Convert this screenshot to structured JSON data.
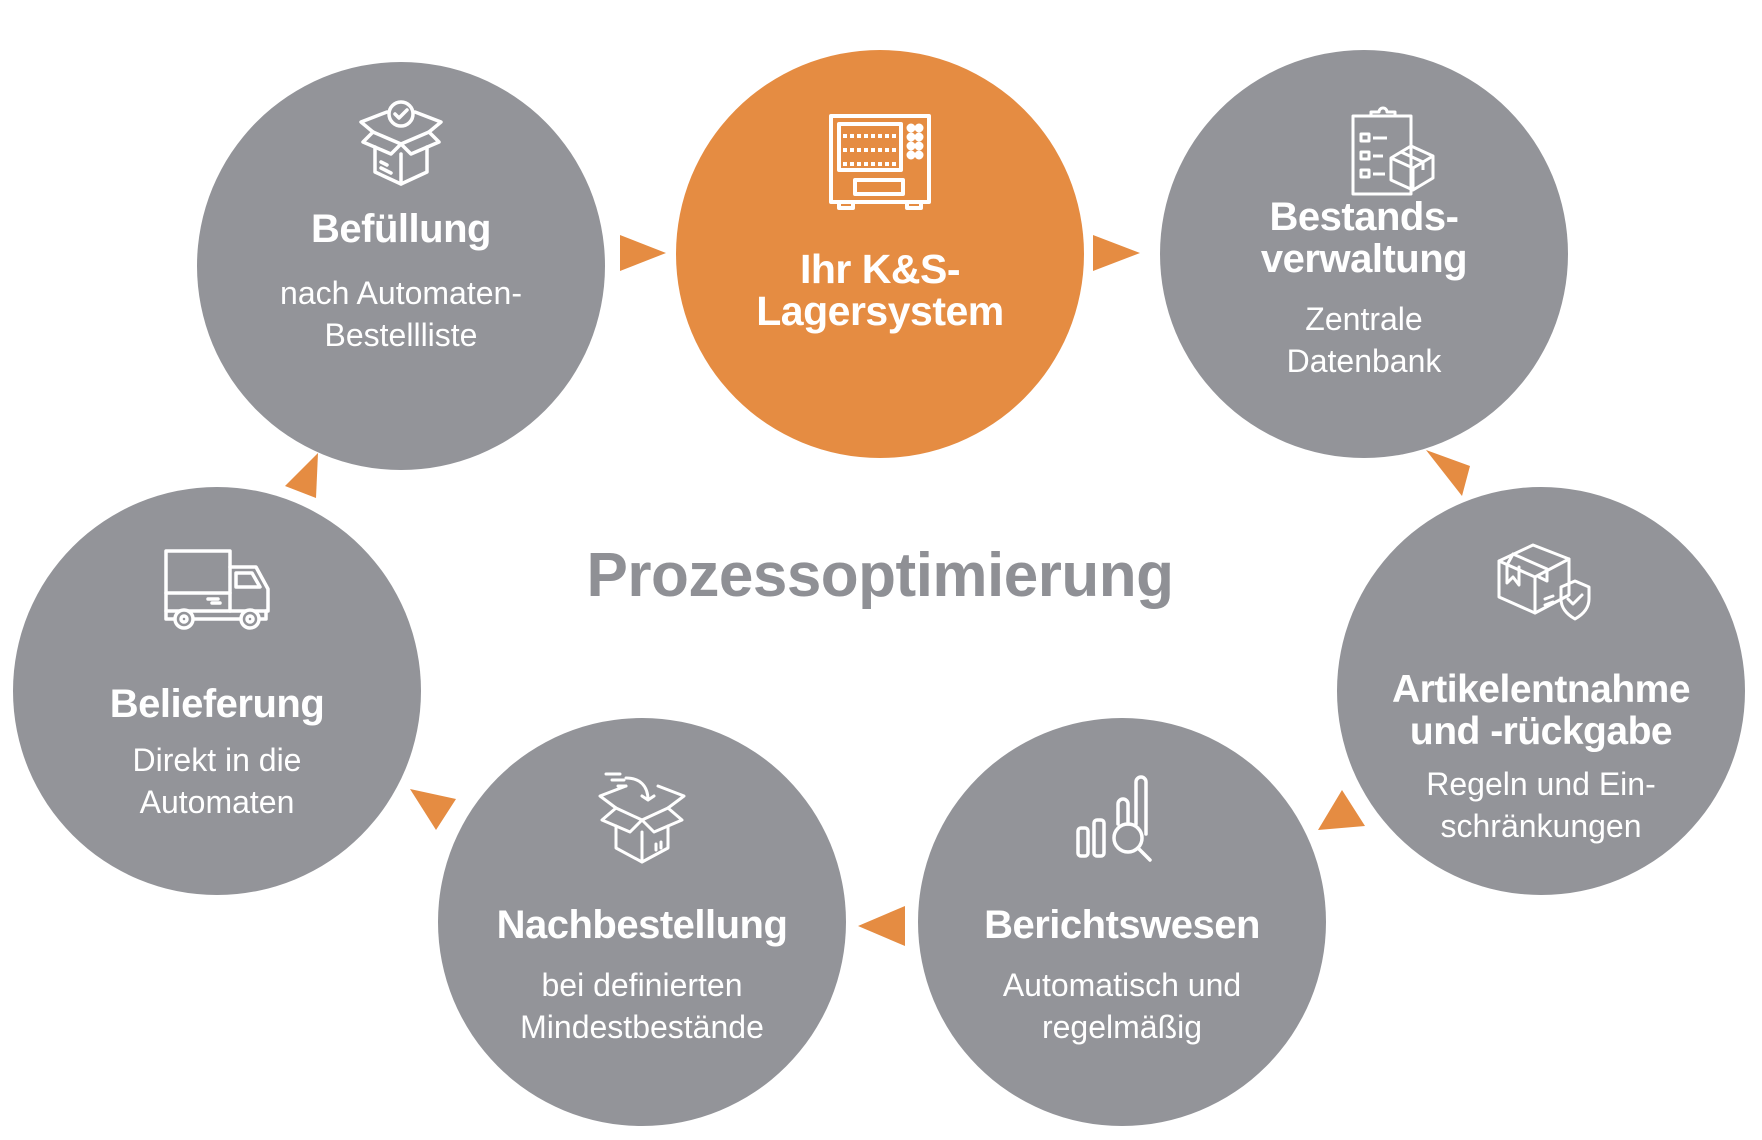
{
  "diagram": {
    "center_title": "Prozessoptimierung",
    "colors": {
      "node_gray": "#939499",
      "hub_orange": "#e58c42",
      "arrow_orange": "#e58c42",
      "title_gray": "#8f9095",
      "text_white": "#ffffff"
    },
    "flow": "clockwise cycle",
    "nodes": [
      {
        "id": "befuellung",
        "title": "Befüllung",
        "subtitle_lines": [
          "nach Automaten-",
          "Bestellliste"
        ],
        "icon": "open-box-check-icon"
      },
      {
        "id": "lagersystem",
        "title_lines": [
          "Ihr K&S-",
          "Lagersystem"
        ],
        "icon": "vending-machine-icon",
        "highlight": true
      },
      {
        "id": "bestandsverwaltung",
        "title_lines": [
          "Bestands-",
          "verwaltung"
        ],
        "subtitle_lines": [
          "Zentrale",
          "Datenbank"
        ],
        "icon": "clipboard-box-icon"
      },
      {
        "id": "artikelentnahme",
        "title_lines": [
          "Artikelentnahme",
          "und -rückgabe"
        ],
        "subtitle_lines": [
          "Regeln und Ein-",
          "schränkungen"
        ],
        "icon": "box-shield-icon"
      },
      {
        "id": "berichtswesen",
        "title": "Berichtswesen",
        "subtitle_lines": [
          "Automatisch und",
          "regelmäßig"
        ],
        "icon": "chart-search-icon"
      },
      {
        "id": "nachbestellung",
        "title": "Nachbestellung",
        "subtitle_lines": [
          "bei definierten",
          "Mindestbestände"
        ],
        "icon": "box-incoming-icon"
      },
      {
        "id": "belieferung",
        "title": "Belieferung",
        "subtitle_lines": [
          "Direkt in die",
          "Automaten"
        ],
        "icon": "truck-icon"
      }
    ]
  }
}
